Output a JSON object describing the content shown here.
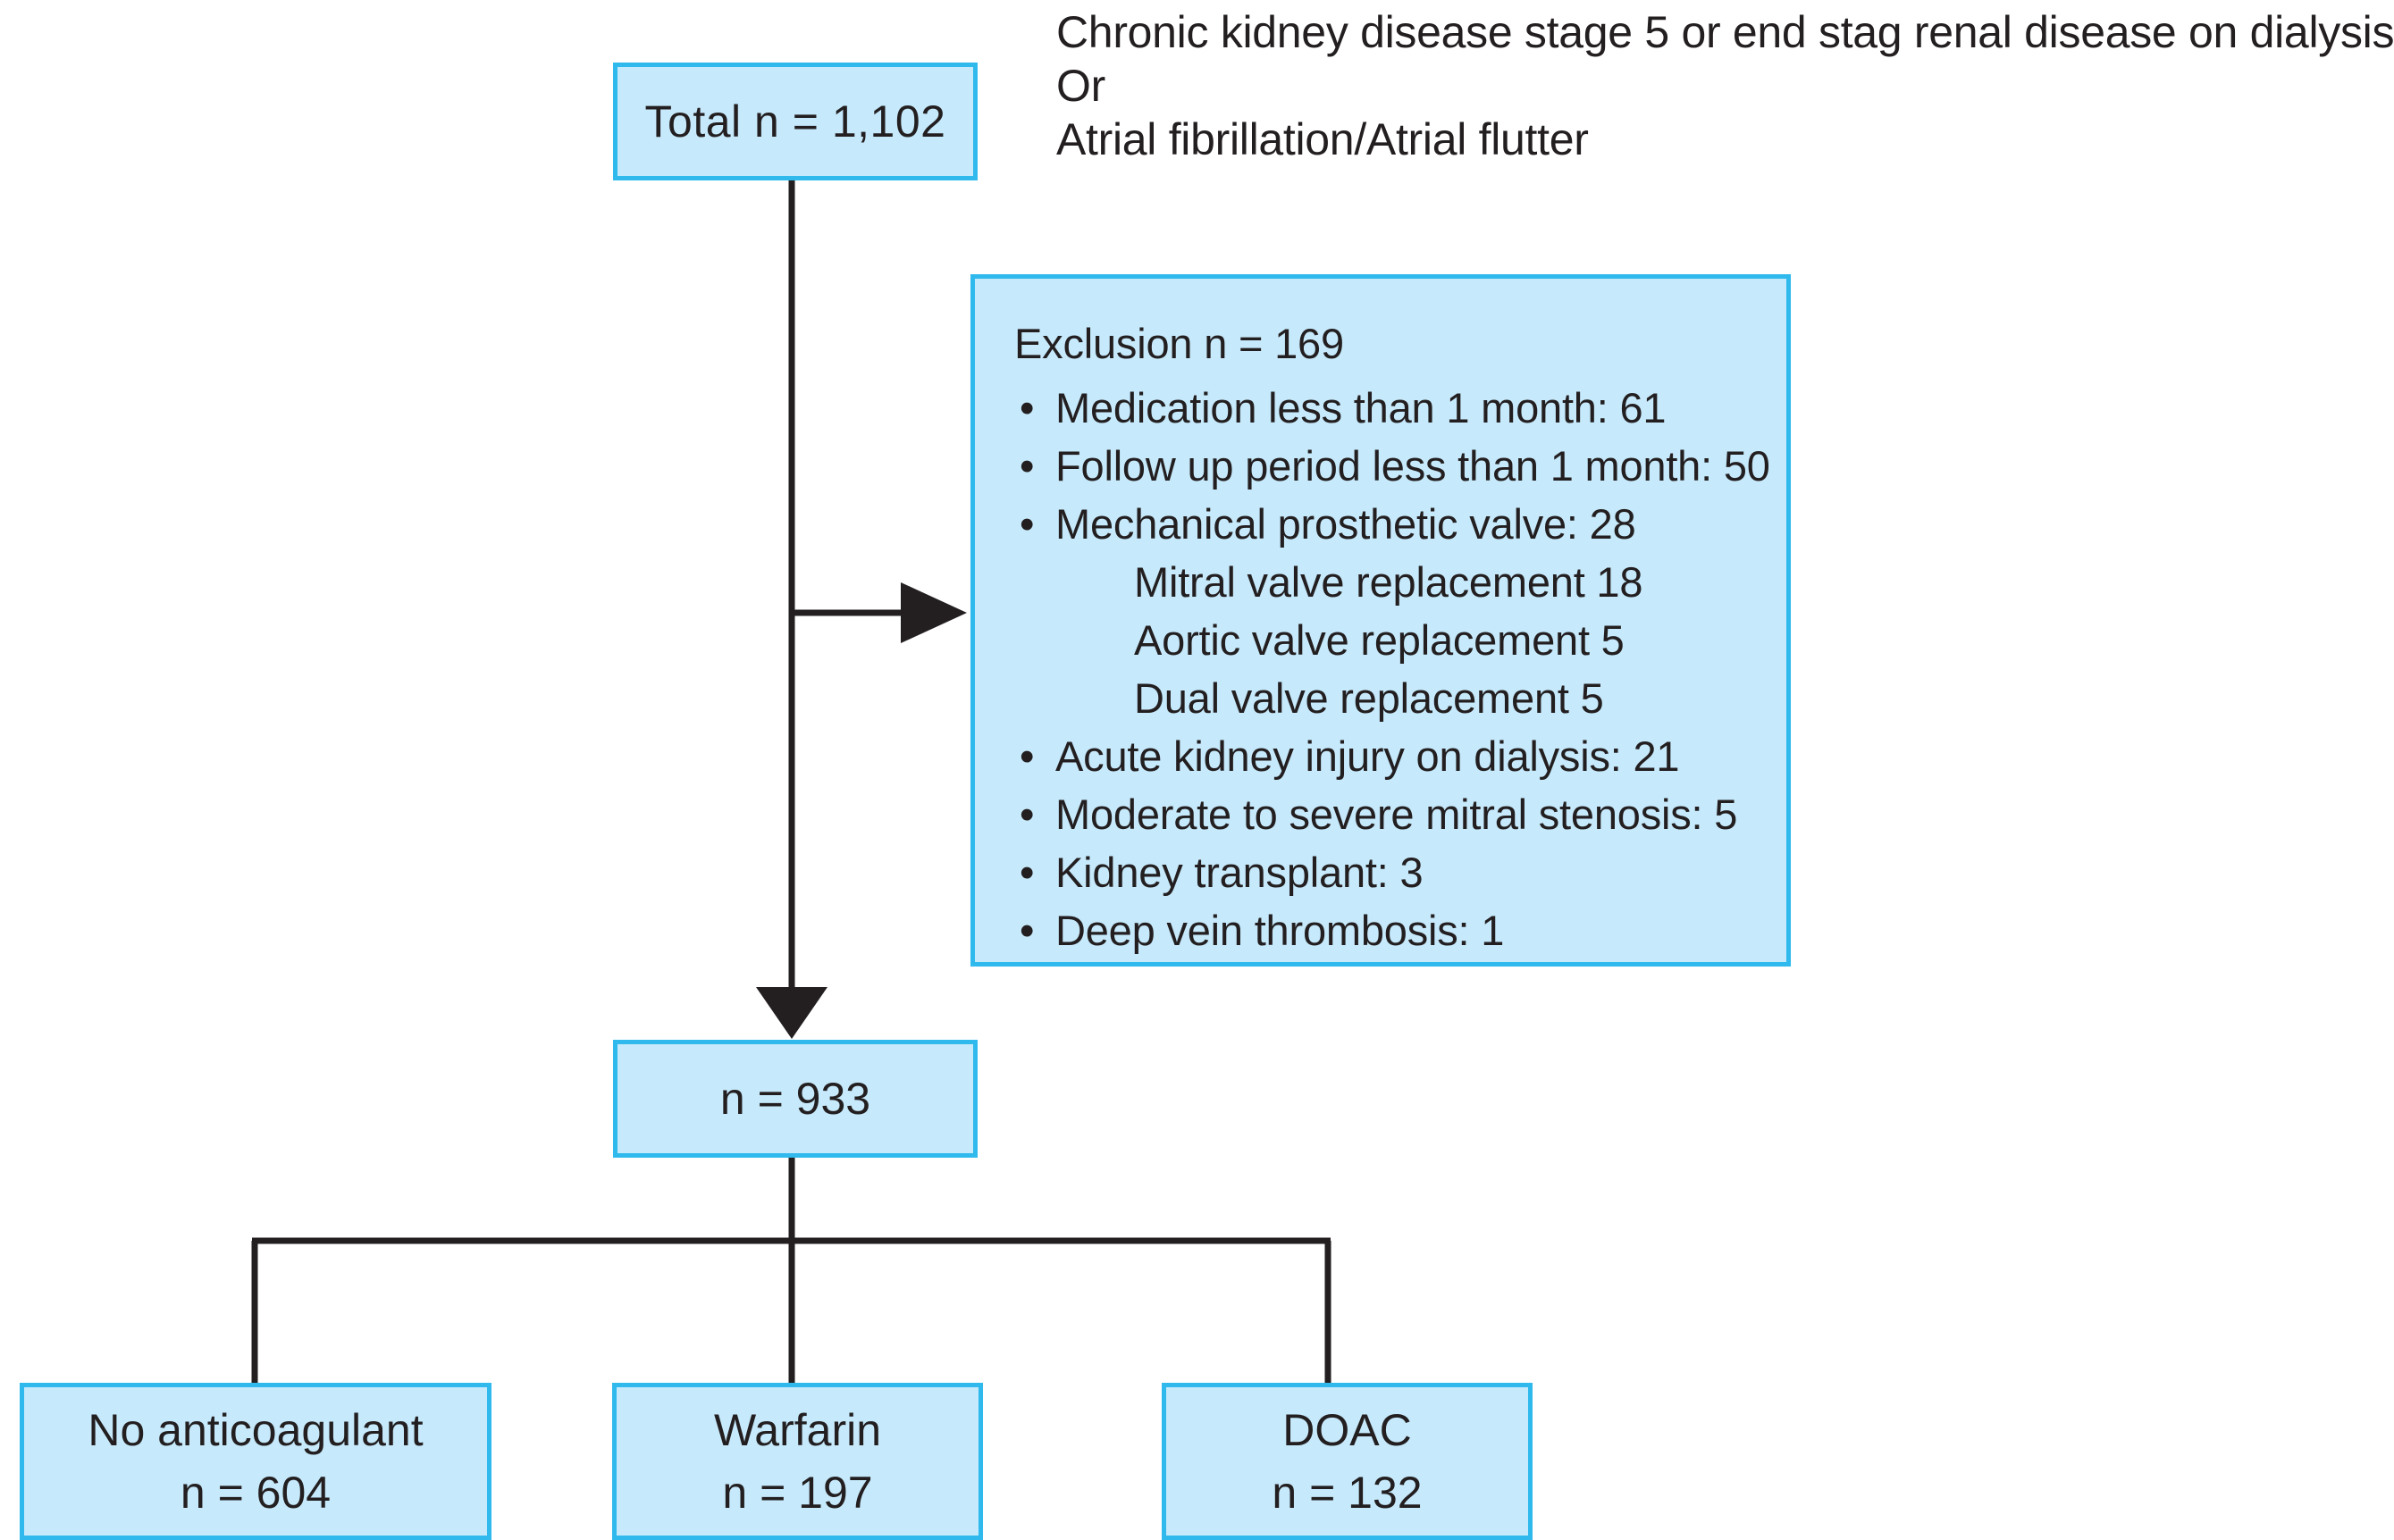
{
  "criteria": {
    "lines": [
      "Chronic kidney disease stage 5 or end stag renal disease on dialysis",
      "Or",
      "Atrial fibrillation/Atrial flutter"
    ]
  },
  "nodes": {
    "total": {
      "label": "Total n = 1,102"
    },
    "total_after_exclusion": {
      "label": "n = 933"
    },
    "exclusion": {
      "title": "Exclusion n = 169",
      "bullet_glyph": "•",
      "items": [
        {
          "text": "Medication less than 1 month: 61",
          "subitems": []
        },
        {
          "text": "Follow up period less than 1 month: 50",
          "subitems": []
        },
        {
          "text": "Mechanical prosthetic valve: 28",
          "subitems": [
            "Mitral valve replacement 18",
            "Aortic valve replacement 5",
            "Dual valve replacement 5"
          ]
        },
        {
          "text": "Acute kidney injury on dialysis: 21",
          "subitems": []
        },
        {
          "text": "Moderate to severe mitral stenosis: 5",
          "subitems": []
        },
        {
          "text": "Kidney transplant: 3",
          "subitems": []
        },
        {
          "text": "Deep vein thrombosis: 1",
          "subitems": []
        }
      ]
    },
    "arms": [
      {
        "name": "No anticoagulant",
        "count": "n = 604"
      },
      {
        "name": "Warfarin",
        "count": "n = 197"
      },
      {
        "name": "DOAC",
        "count": "n = 132"
      }
    ]
  },
  "colors": {
    "box_fill": "#c6e9fb",
    "box_border": "#2fb9ec",
    "text": "#231f20",
    "connector": "#231f20",
    "background": "#ffffff"
  }
}
